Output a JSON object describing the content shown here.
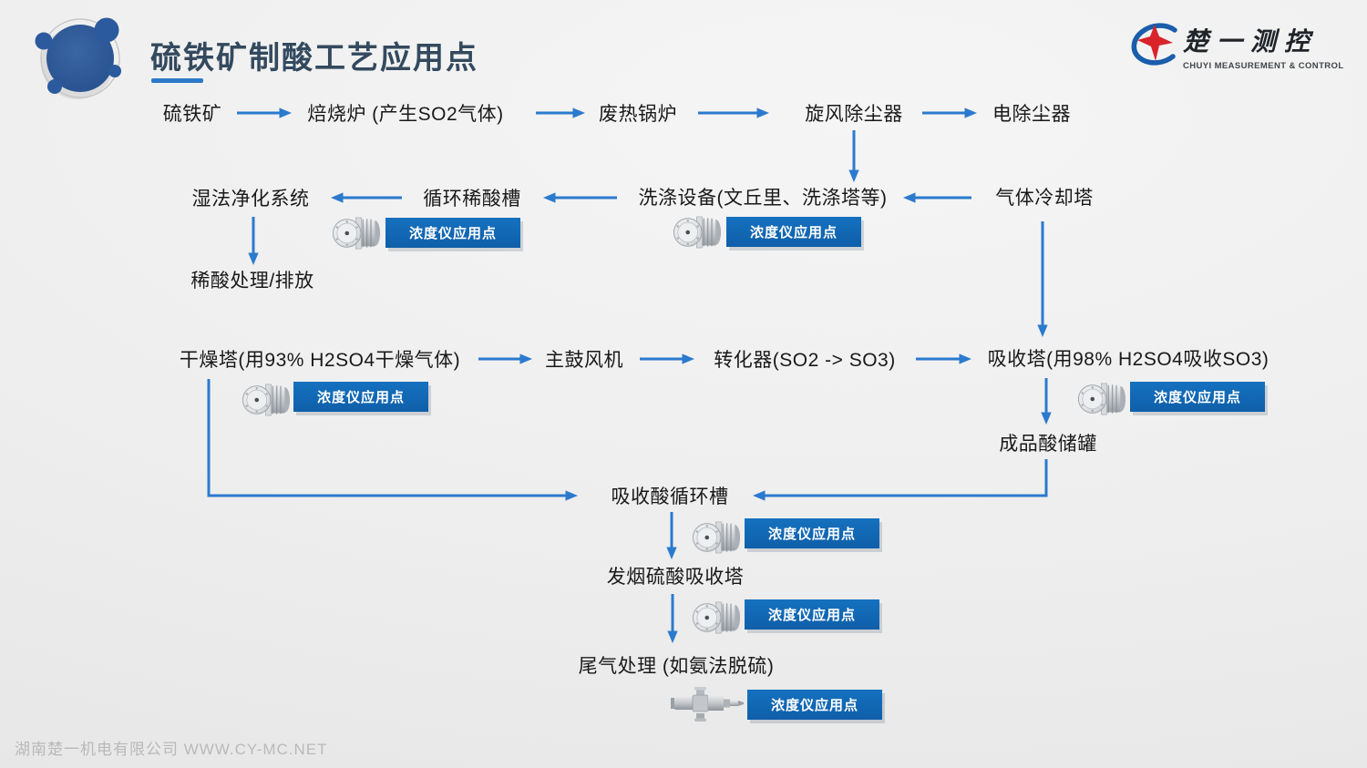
{
  "header": {
    "title": "硫铁矿制酸工艺应用点",
    "brand": {
      "name": "楚一测控",
      "tagline": "CHUYI MEASUREMENT & CONTROL"
    }
  },
  "flow": {
    "badge_label": "浓度仪应用点",
    "nodes": {
      "pyrite": "硫铁矿",
      "roaster": "焙烧炉 (产生SO2气体)",
      "waste_heat_boiler": "废热锅炉",
      "cyclone": "旋风除尘器",
      "esp": "电除尘器",
      "wet_purification": "湿法净化系统",
      "dilute_acid_tank": "循环稀酸槽",
      "washer": "洗涤设备(文丘里、洗涤塔等)",
      "gas_cooling_tower": "气体冷却塔",
      "dilute_acid_disposal": "稀酸处理/排放",
      "drying_tower": "干燥塔(用93% H2SO4干燥气体)",
      "main_blower": "主鼓风机",
      "converter": "转化器(SO2 -> SO3)",
      "absorption_tower": "吸收塔(用98% H2SO4吸收SO3)",
      "product_acid_tank": "成品酸储罐",
      "absorption_circ_tank": "吸收酸循环槽",
      "oleum_tower": "发烟硫酸吸收塔",
      "tail_gas": "尾气处理 (如氨法脱硫)"
    }
  },
  "footer": {
    "company": "湖南楚一机电有限公司 WWW.CY-MC.NET"
  },
  "colors": {
    "arrow_blue": "#2b7ace",
    "badge_blue": "#1266b3",
    "title_slate": "#33495e",
    "brand_blue": "#1a5dab",
    "brand_red": "#d8232a",
    "logo_circle_blue": "#2b5a9e"
  }
}
